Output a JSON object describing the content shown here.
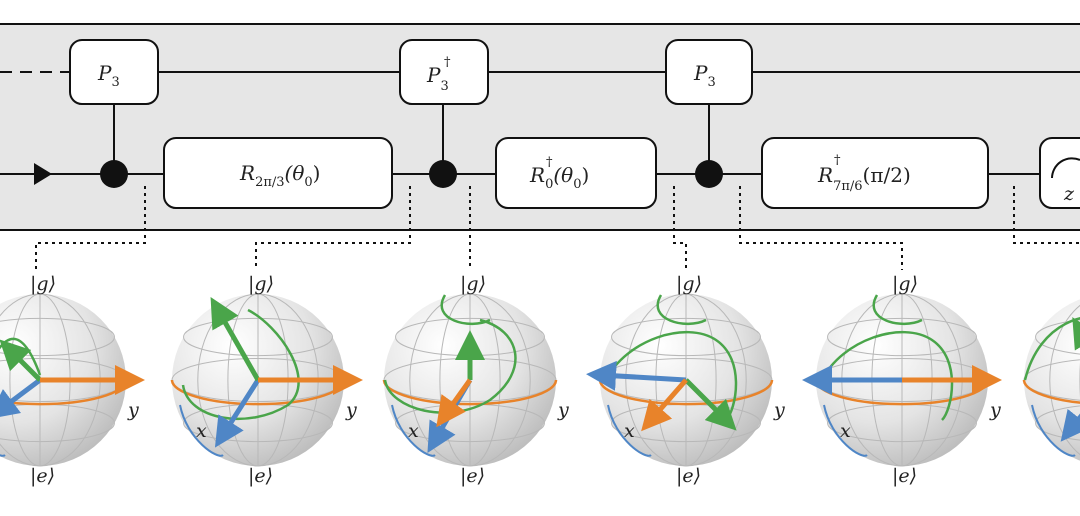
{
  "colors": {
    "panel": "#e6e6e6",
    "wire": "#111111",
    "axis_orange": "#e8832a",
    "vector_blue": "#4f86c6",
    "path_green": "#4aa54a",
    "sphere_grid": "#b8b8b8"
  },
  "gates": [
    {
      "base": "P",
      "sub": "3",
      "sup": ""
    },
    {
      "base": "R",
      "sub": "2π/3",
      "sup": "",
      "arg": "(θ",
      "arg_sub": "0",
      "arg_end": ")"
    },
    {
      "base": "P",
      "sub": "3",
      "sup": "†"
    },
    {
      "base": "R",
      "sub": "0",
      "sup": "†",
      "arg": "(θ",
      "arg_sub": "0",
      "arg_end": ")"
    },
    {
      "base": "P",
      "sub": "3",
      "sup": ""
    },
    {
      "base": "R",
      "sub": "7π/6",
      "sup": "†",
      "arg": "(π/2)",
      "arg_sub": "",
      "arg_end": ""
    }
  ],
  "measurement_label": "z",
  "spheres": [
    {
      "top": "|g⟩",
      "bottom": "|e⟩",
      "x_label": "",
      "y_label": "y"
    },
    {
      "top": "|g⟩",
      "bottom": "|e⟩",
      "x_label": "x",
      "y_label": "y"
    },
    {
      "top": "|g⟩",
      "bottom": "|e⟩",
      "x_label": "x",
      "y_label": "y"
    },
    {
      "top": "|g⟩",
      "bottom": "|e⟩",
      "x_label": "x",
      "y_label": "y"
    },
    {
      "top": "|g⟩",
      "bottom": "|e⟩",
      "x_label": "x",
      "y_label": "y"
    }
  ]
}
